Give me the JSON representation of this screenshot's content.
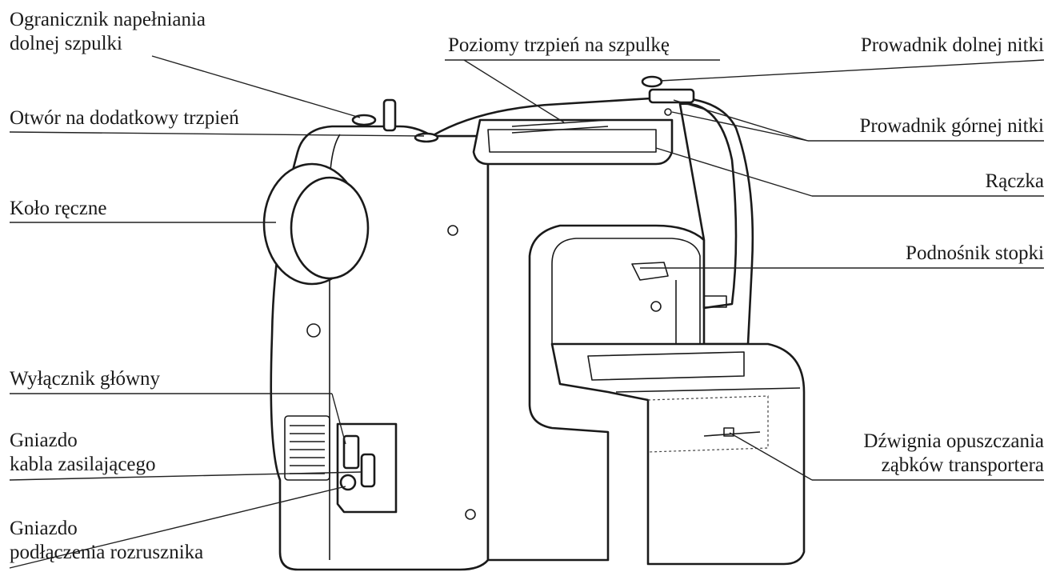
{
  "labels": {
    "bobbin_winder_stopper_l1": "Ogranicznik napełniania",
    "bobbin_winder_stopper_l2": "dolnej szpulki",
    "extra_spool_pin_hole": "Otwór na dodatkowy trzpień",
    "handwheel": "Koło ręczne",
    "power_switch": "Wyłącznik główny",
    "power_socket_l1": "Gniazdo",
    "power_socket_l2": "kabla zasilającego",
    "foot_control_socket_l1": "Gniazdo",
    "foot_control_socket_l2": "podłączenia rozrusznika",
    "horizontal_spool_pin": "Poziomy trzpień na szpulkę",
    "bobbin_thread_guide": "Prowadnik dolnej nitki",
    "upper_thread_guide": "Prowadnik górnej nitki",
    "handle": "Rączka",
    "presser_foot_lifter": "Podnośnik stopki",
    "drop_feed_lever_l1": "Dźwignia opuszczania",
    "drop_feed_lever_l2": "ząbków transportera"
  }
}
